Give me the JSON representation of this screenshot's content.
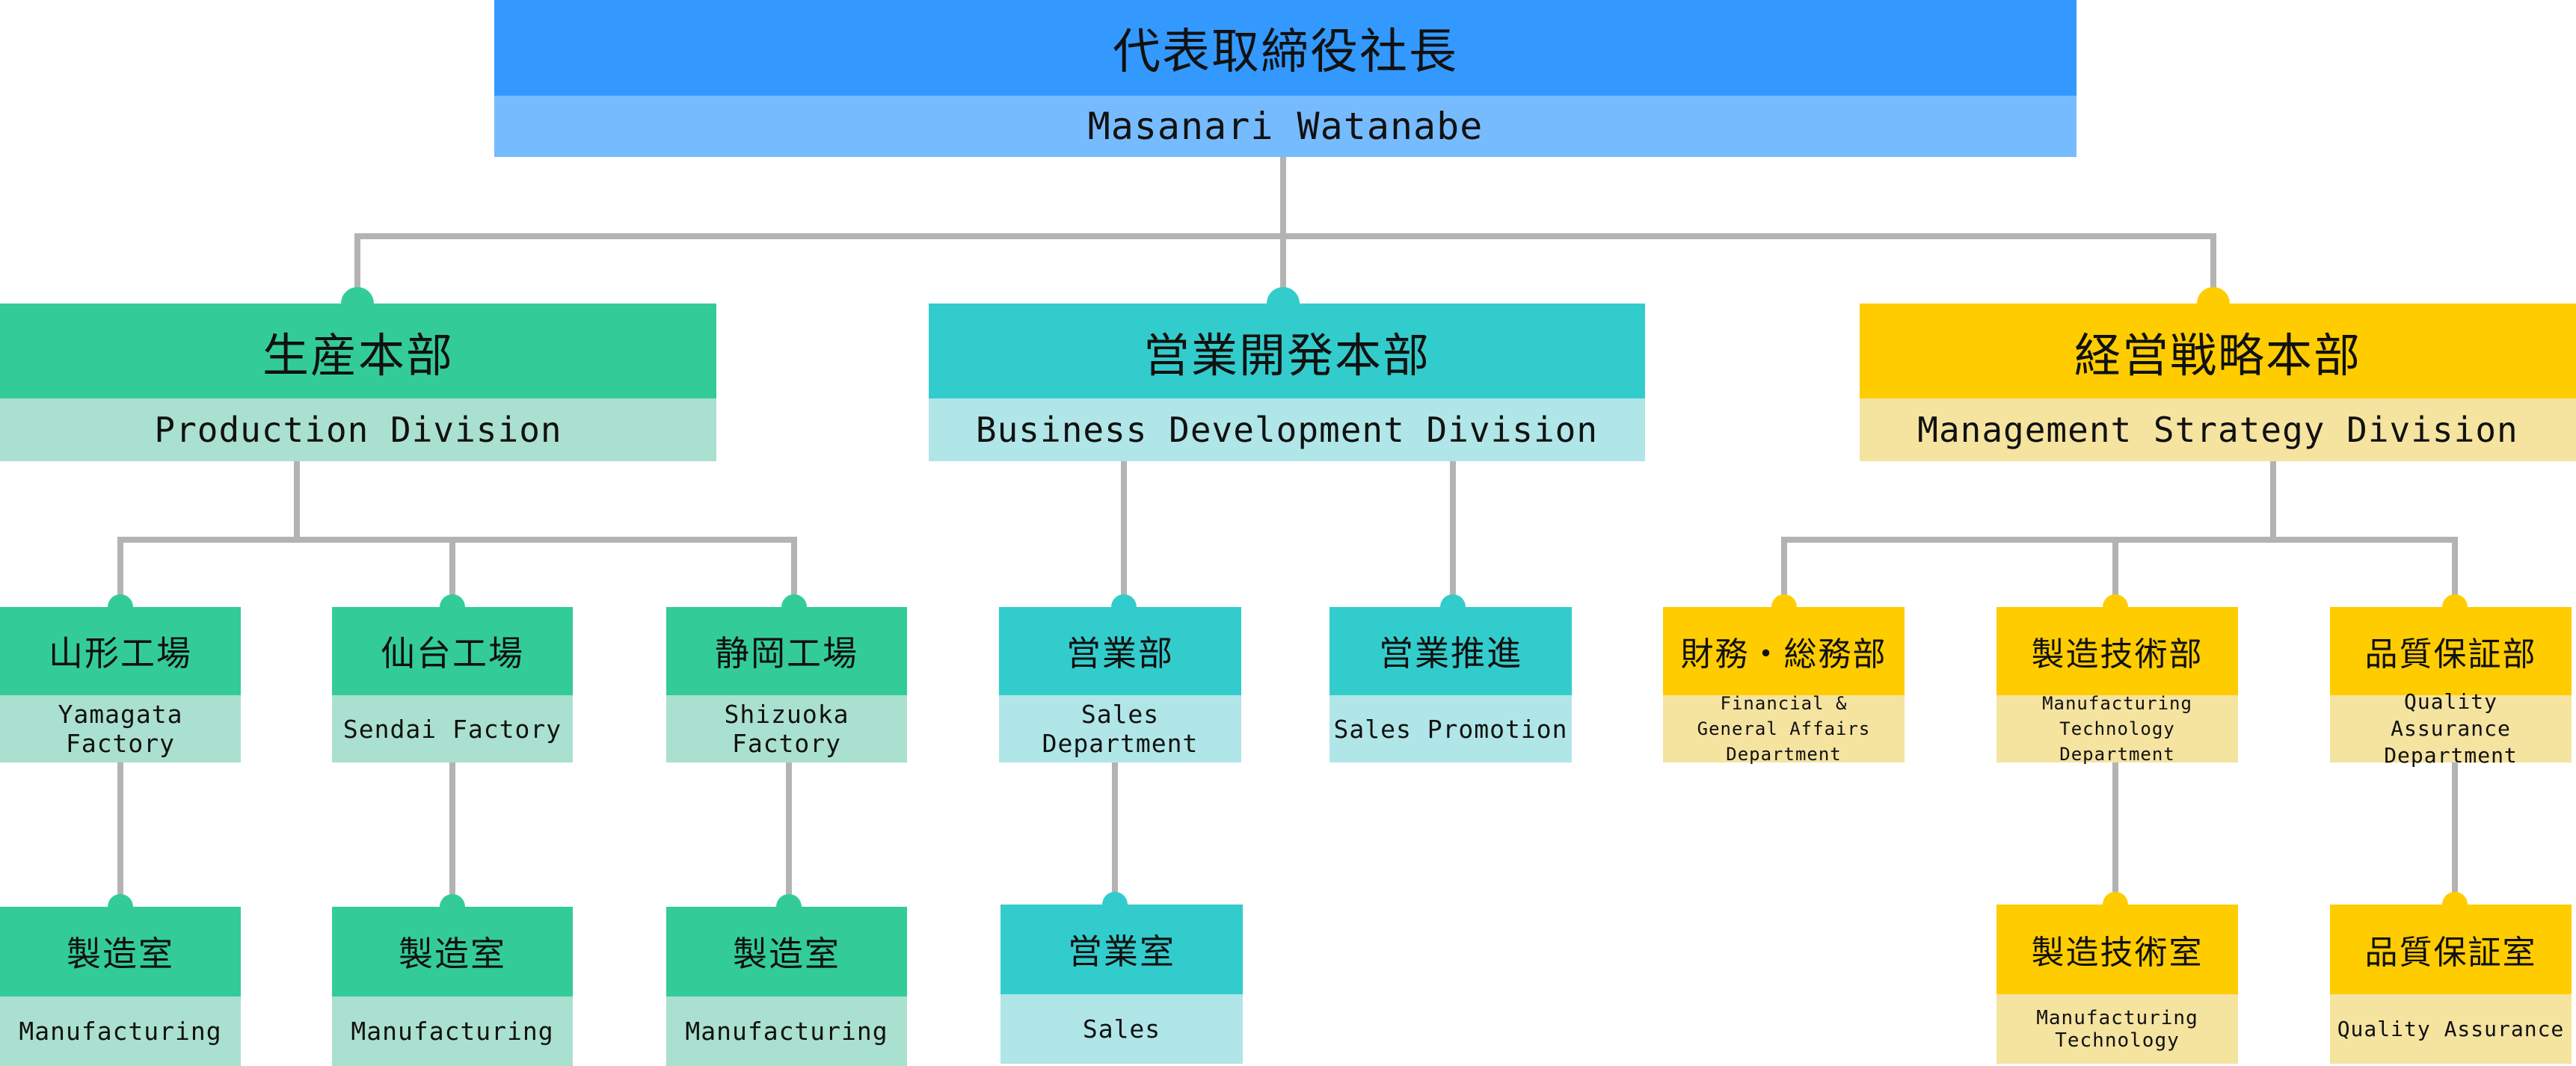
{
  "colors": {
    "president_top": "#3399ff",
    "president_bottom": "#77bbff",
    "production_top": "#33cc99",
    "production_bottom": "#aae0cf",
    "business_top": "#33cccc",
    "business_bottom": "#b0e6e8",
    "management_top": "#ffcc00",
    "management_bottom": "#f5e3a0",
    "connector": "#b3b3b3"
  },
  "president": {
    "title_ja": "代表取締役社長",
    "name_en": "Masanari Watanabe"
  },
  "divisions": [
    {
      "ja": "生産本部",
      "en": "Production Division"
    },
    {
      "ja": "営業開発本部",
      "en": "Business Development Division"
    },
    {
      "ja": "経営戦略本部",
      "en": "Management Strategy Division"
    }
  ],
  "departments": [
    {
      "ja": "山形工場",
      "en": "Yamagata Factory"
    },
    {
      "ja": "仙台工場",
      "en": "Sendai Factory"
    },
    {
      "ja": "静岡工場",
      "en": "Shizuoka Factory"
    },
    {
      "ja": "営業部",
      "en": "Sales Department"
    },
    {
      "ja": "営業推進",
      "en": "Sales Promotion"
    },
    {
      "ja": "財務・総務部",
      "en": "Financial & General Affairs Department"
    },
    {
      "ja": "製造技術部",
      "en": "Manufacturing Technology Department"
    },
    {
      "ja": "品質保証部",
      "en": "Quality Assurance Department"
    }
  ],
  "sections": [
    {
      "ja": "製造室",
      "en": "Manufacturing"
    },
    {
      "ja": "製造室",
      "en": "Manufacturing"
    },
    {
      "ja": "製造室",
      "en": "Manufacturing"
    },
    {
      "ja": "営業室",
      "en": "Sales"
    },
    {
      "ja": "製造技術室",
      "en": "Manufacturing Technology"
    },
    {
      "ja": "品質保証室",
      "en": "Quality Assurance"
    }
  ]
}
